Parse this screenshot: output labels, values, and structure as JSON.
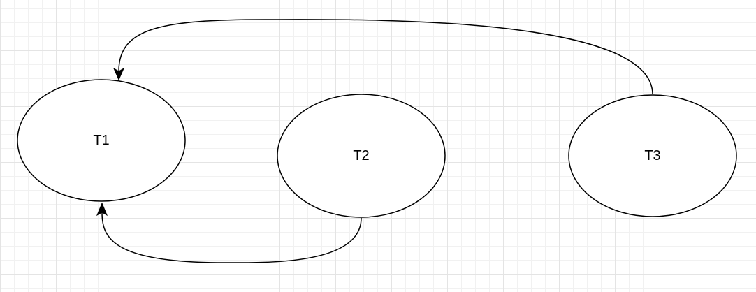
{
  "nodes": [
    {
      "id": "T1",
      "label": "T1"
    },
    {
      "id": "T2",
      "label": "T2"
    },
    {
      "id": "T3",
      "label": "T3"
    }
  ],
  "edges": [
    {
      "from": "T3",
      "to": "T1"
    },
    {
      "from": "T2",
      "to": "T1"
    }
  ],
  "colors": {
    "stroke": "#000000",
    "fill": "#ffffff",
    "grid": "#e4e4e4"
  }
}
